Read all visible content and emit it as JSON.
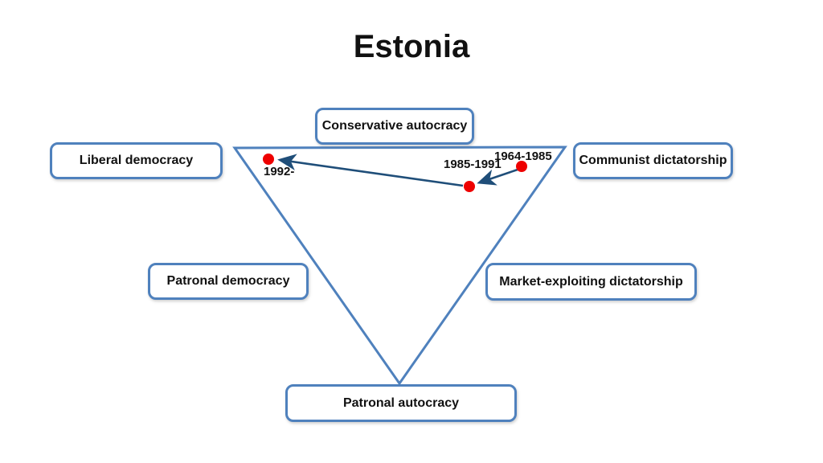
{
  "title": "Estonia",
  "boxes": [
    {
      "id": "conservative-autocracy",
      "label": "Conservative autocracy"
    },
    {
      "id": "liberal-democracy",
      "label": "Liberal democracy"
    },
    {
      "id": "communist-dictatorship",
      "label": "Communist dictatorship"
    },
    {
      "id": "patronal-democracy",
      "label": "Patronal democracy"
    },
    {
      "id": "market-exploiting-dictatorship",
      "label": "Market-exploiting dictatorship"
    },
    {
      "id": "patronal-autocracy",
      "label": "Patronal autocracy"
    }
  ],
  "trajectory": {
    "points": [
      {
        "label": "1964-1985",
        "position": "upper-right"
      },
      {
        "label": "1985-1991",
        "position": "middle"
      },
      {
        "label": "1992-",
        "position": "upper-left"
      }
    ],
    "arrows": [
      {
        "from": "1964-1985",
        "to": "1985-1991"
      },
      {
        "from": "1985-1991",
        "to": "1992-"
      }
    ]
  },
  "colors": {
    "box_border": "#4f81bd",
    "triangle_stroke": "#4f81bd",
    "arrow_stroke": "#1f4e79",
    "dot_fill": "#ee0000",
    "text": "#111111",
    "background": "#ffffff"
  }
}
